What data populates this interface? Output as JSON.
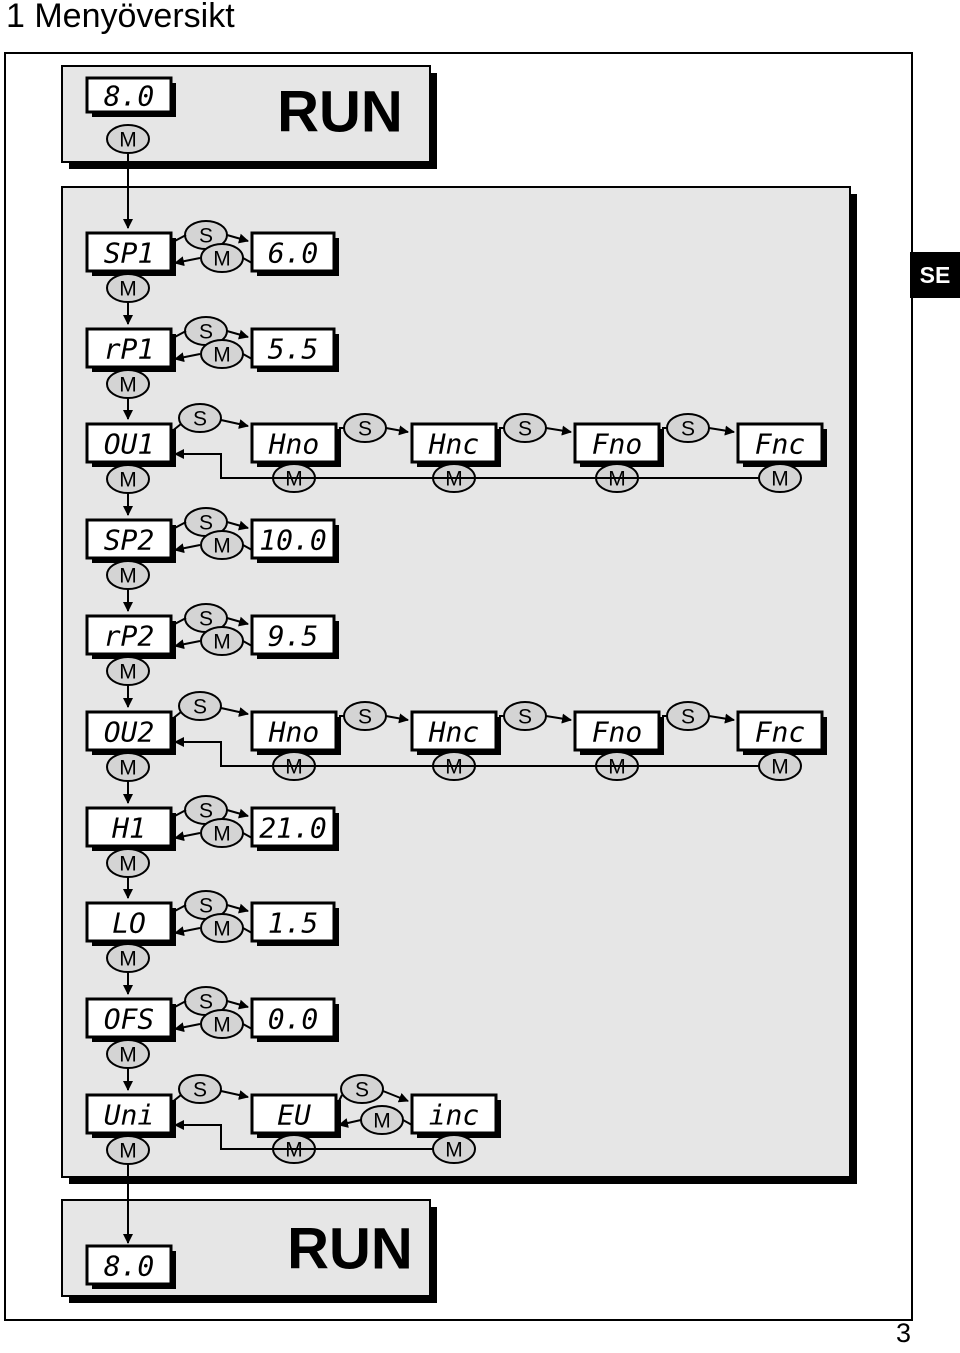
{
  "page": {
    "title": "1  Menyöversikt",
    "language_tab": "SE",
    "page_number": "3"
  },
  "run_top": {
    "display": "8.0",
    "label": "RUN",
    "button": "M"
  },
  "run_bottom": {
    "display": "8.0",
    "label": "RUN"
  },
  "buttons": {
    "set": "S",
    "mode": "M"
  },
  "menu": [
    {
      "param": "SP1",
      "values": [
        "6.0"
      ]
    },
    {
      "param": "rP1",
      "values": [
        "5.5"
      ]
    },
    {
      "param": "OU1",
      "values": [
        "Hno",
        "Hnc",
        "Fno",
        "Fnc"
      ]
    },
    {
      "param": "SP2",
      "values": [
        "10.0"
      ]
    },
    {
      "param": "rP2",
      "values": [
        "9.5"
      ]
    },
    {
      "param": "OU2",
      "values": [
        "Hno",
        "Hnc",
        "Fno",
        "Fnc"
      ]
    },
    {
      "param": "H1",
      "values": [
        "21.0"
      ]
    },
    {
      "param": "LO",
      "values": [
        "1.5"
      ]
    },
    {
      "param": "OFS",
      "values": [
        "0.0"
      ]
    },
    {
      "param": "Uni",
      "values": [
        "EU",
        "inc"
      ]
    }
  ],
  "colors": {
    "panel": "#e6e6e6",
    "button": "#d4d4d4",
    "line": "#000000"
  }
}
